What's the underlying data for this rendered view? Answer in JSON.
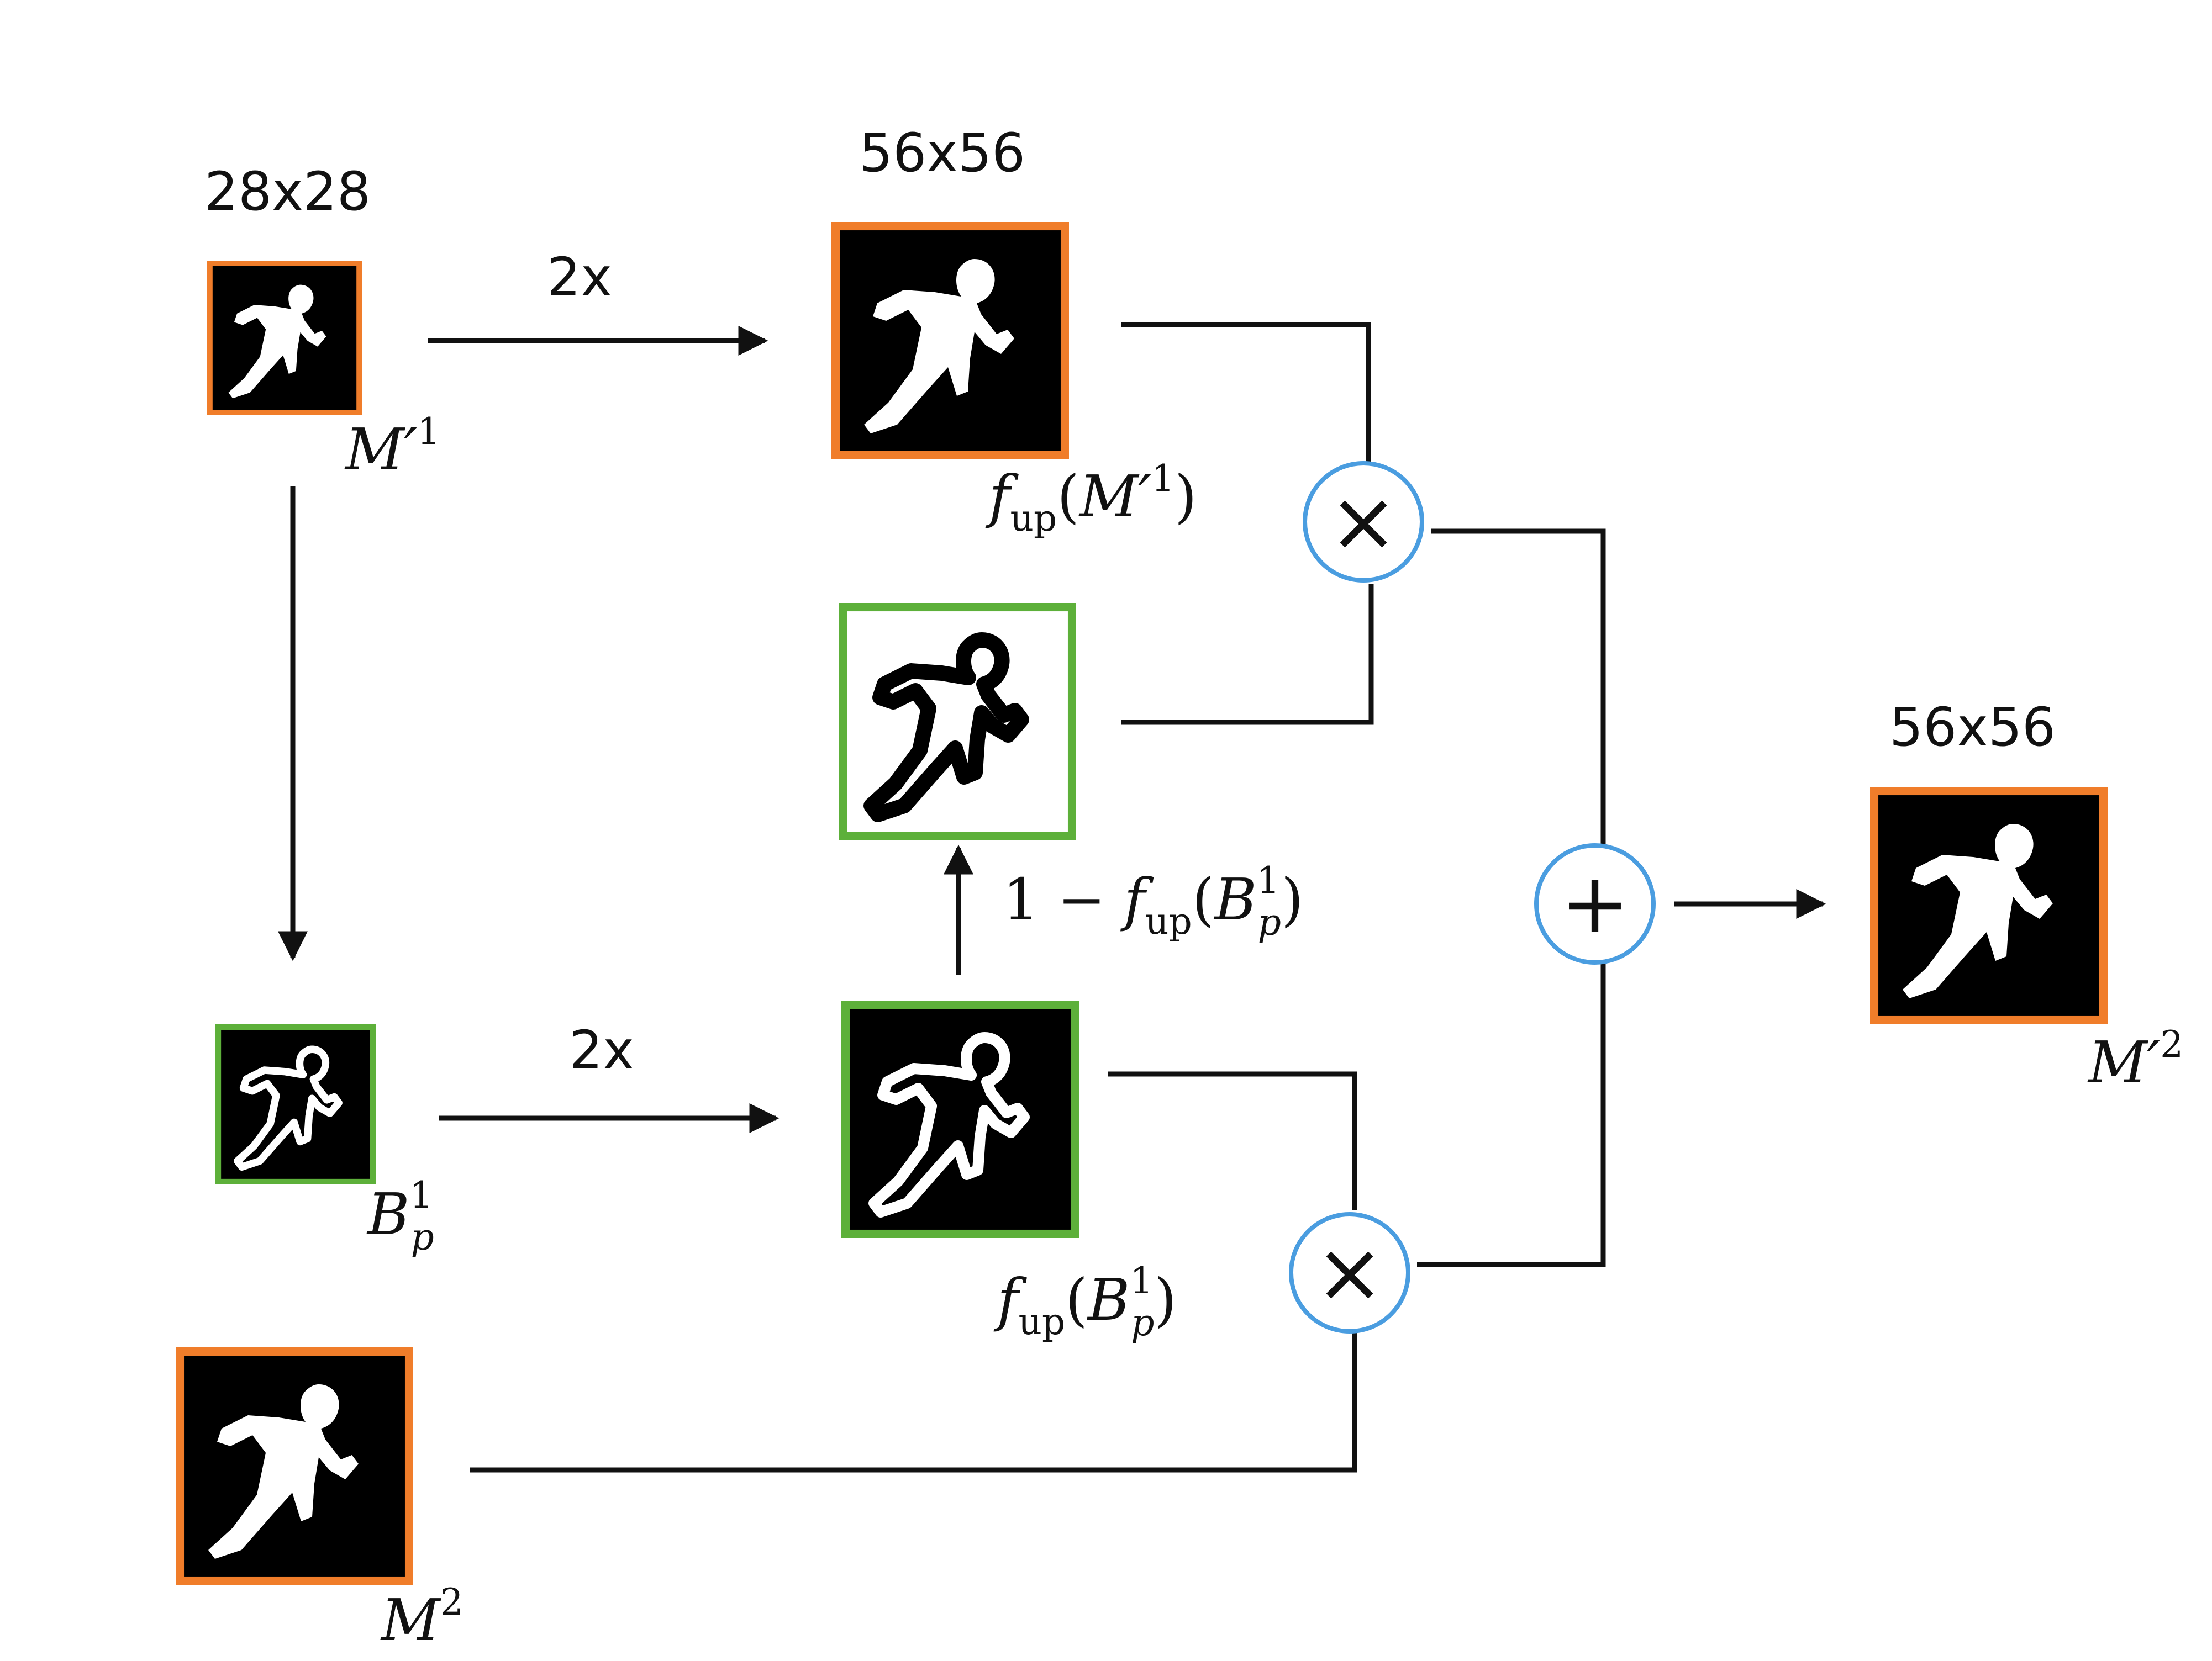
{
  "colors": {
    "mask_border": "#f07d2a",
    "boundary_border": "#5db03a",
    "operator_circle": "#4a9de0",
    "line": "#111111"
  },
  "labels": {
    "size_28": "28x28",
    "size_56_top": "56x56",
    "size_56_out": "56x56",
    "upsample_top": "2x",
    "upsample_bottom": "2x"
  },
  "operators": {
    "mul_top": "×",
    "mul_bottom": "×",
    "add": "+"
  },
  "math": {
    "M": "M",
    "B": "B",
    "prime": "′",
    "sup_1": "1",
    "sup_2": "2",
    "sub_p": "p",
    "f": "f",
    "up": "up",
    "lparen": "(",
    "rparen": ")",
    "one_minus": "1 − "
  },
  "images": [
    {
      "id": "m1",
      "kind": "mask",
      "variant": "filled",
      "icon": "silhouette-icon"
    },
    {
      "id": "fup-m1",
      "kind": "mask",
      "variant": "filled",
      "icon": "silhouette-icon"
    },
    {
      "id": "inv-boundary",
      "kind": "boundary",
      "variant": "inverted",
      "icon": "outline-icon"
    },
    {
      "id": "b1",
      "kind": "boundary",
      "variant": "outline",
      "icon": "outline-icon"
    },
    {
      "id": "fup-b1",
      "kind": "boundary",
      "variant": "outline",
      "icon": "outline-icon"
    },
    {
      "id": "m2",
      "kind": "mask",
      "variant": "filled",
      "icon": "silhouette-icon"
    },
    {
      "id": "m2-out",
      "kind": "mask",
      "variant": "filled",
      "icon": "silhouette-icon"
    }
  ]
}
